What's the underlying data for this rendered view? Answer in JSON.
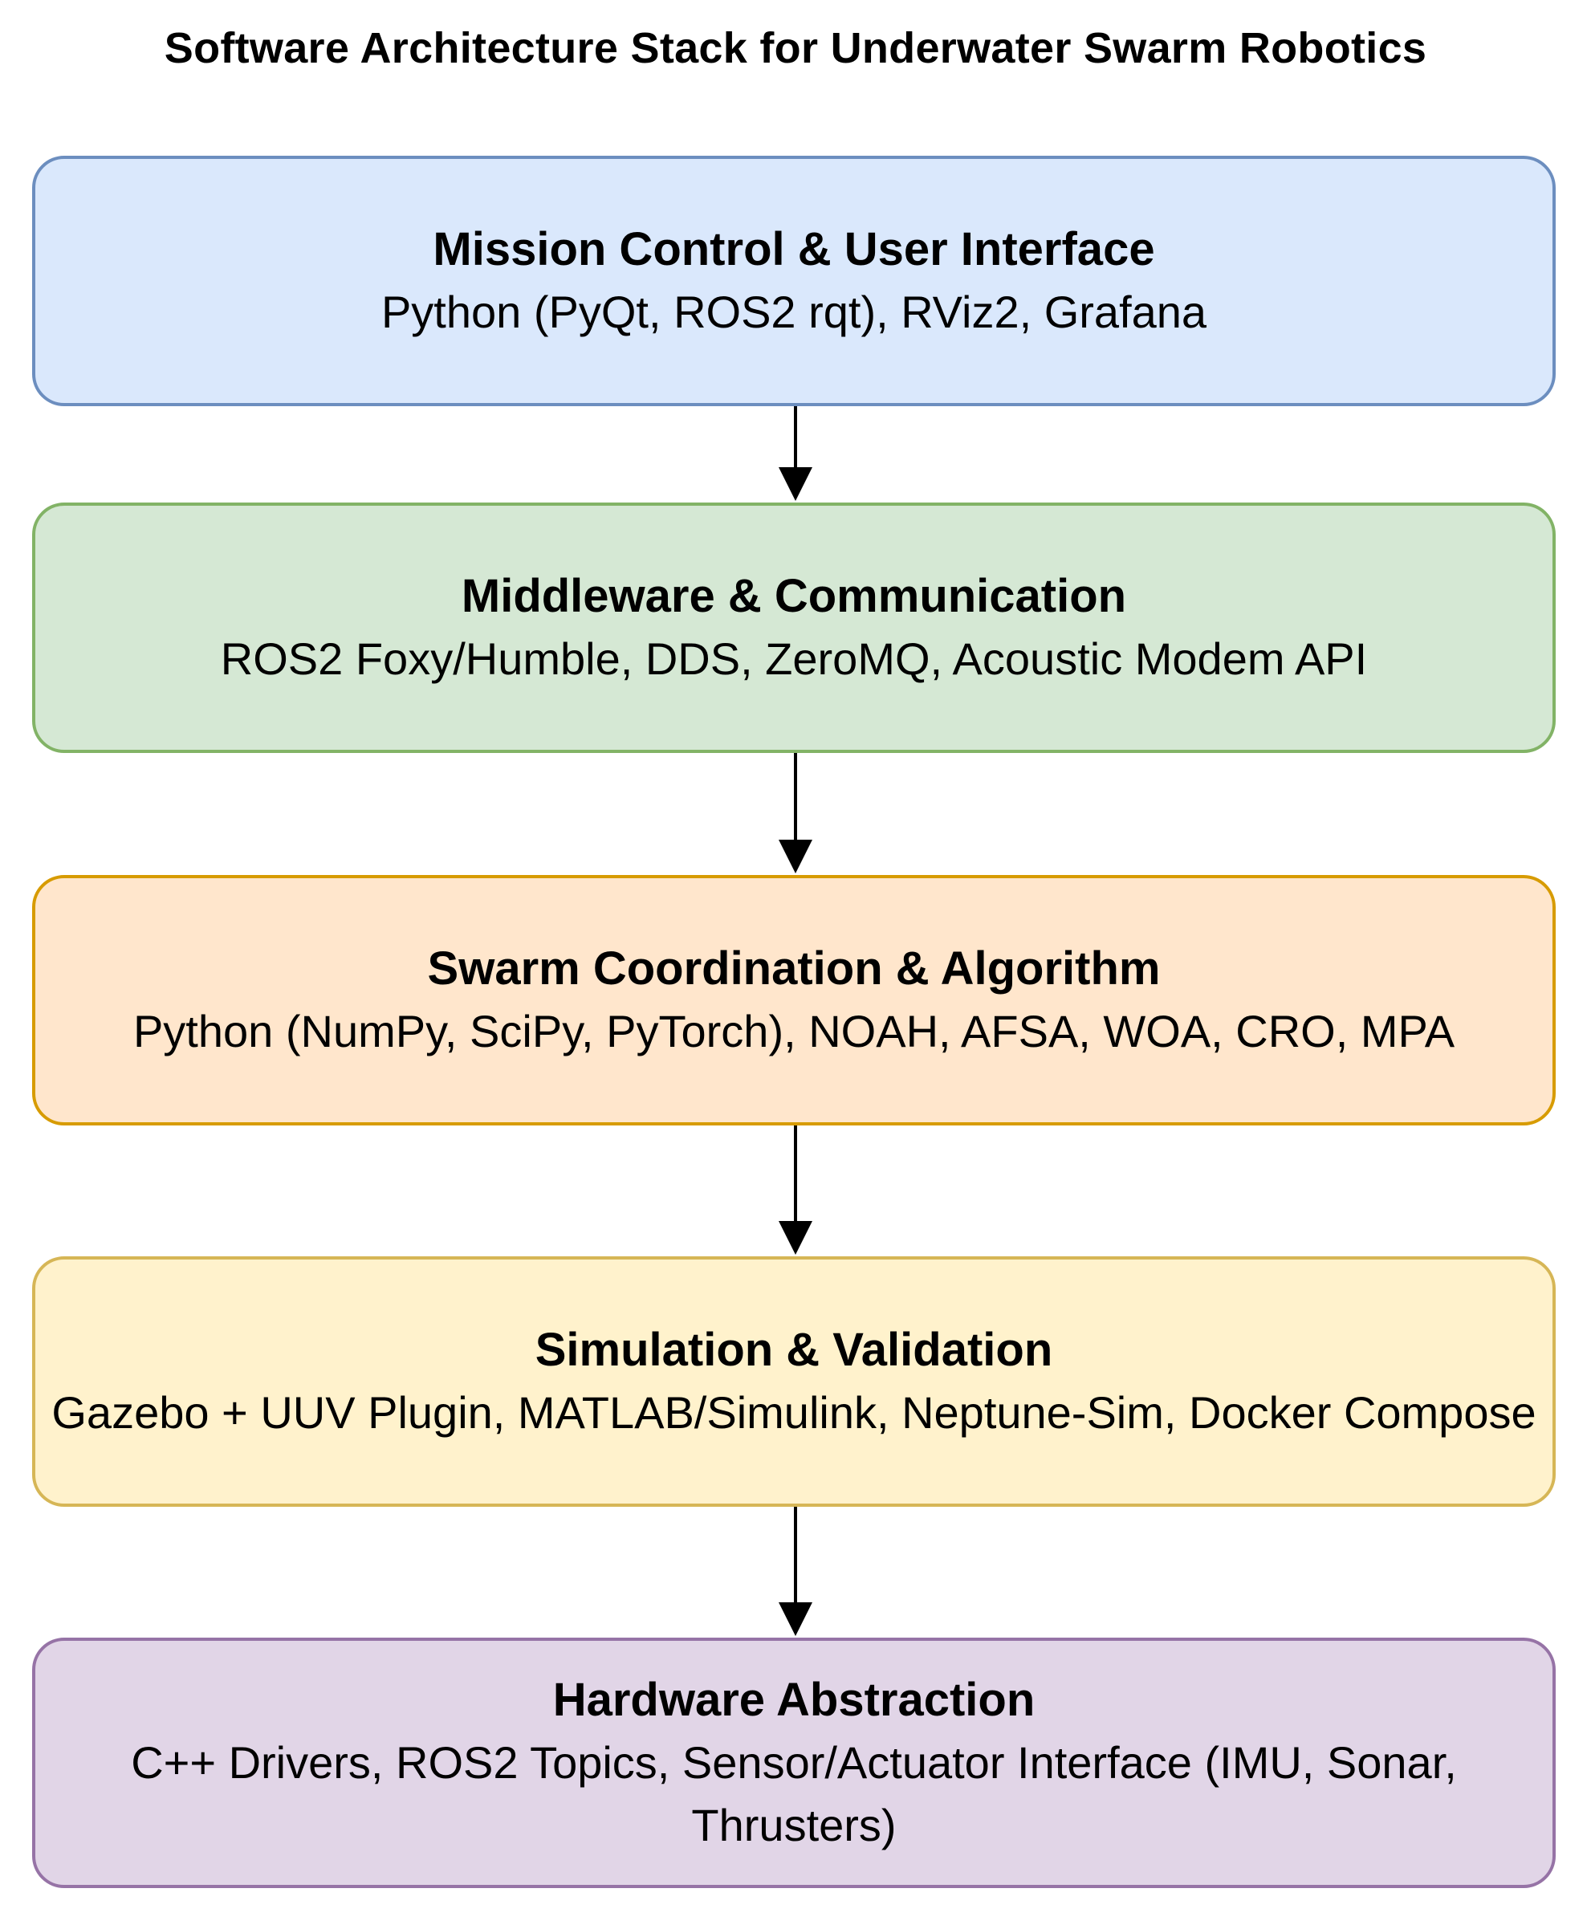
{
  "title": "Software Architecture Stack for Underwater Swarm Robotics",
  "layers": [
    {
      "title": "Mission Control & User Interface",
      "tech": "Python (PyQt, ROS2 rqt), RViz2, Grafana",
      "fill": "#dae8fc",
      "stroke": "#6c8ebf"
    },
    {
      "title": "Middleware & Communication",
      "tech": "ROS2 Foxy/Humble, DDS, ZeroMQ, Acoustic Modem API",
      "fill": "#d5e8d4",
      "stroke": "#82b366"
    },
    {
      "title": "Swarm Coordination & Algorithm",
      "tech": "Python (NumPy, SciPy, PyTorch), NOAH, AFSA, WOA, CRO, MPA",
      "fill": "#ffe6cc",
      "stroke": "#d79b00"
    },
    {
      "title": "Simulation & Validation",
      "tech": "Gazebo + UUV Plugin, MATLAB/Simulink, Neptune-Sim, Docker Compose",
      "fill": "#fff2cc",
      "stroke": "#d6b656"
    },
    {
      "title": "Hardware Abstraction",
      "tech": "C++ Drivers, ROS2 Topics, Sensor/Actuator Interface (IMU, Sonar, Thrusters)",
      "fill": "#e1d5e7",
      "stroke": "#9673a6"
    }
  ]
}
